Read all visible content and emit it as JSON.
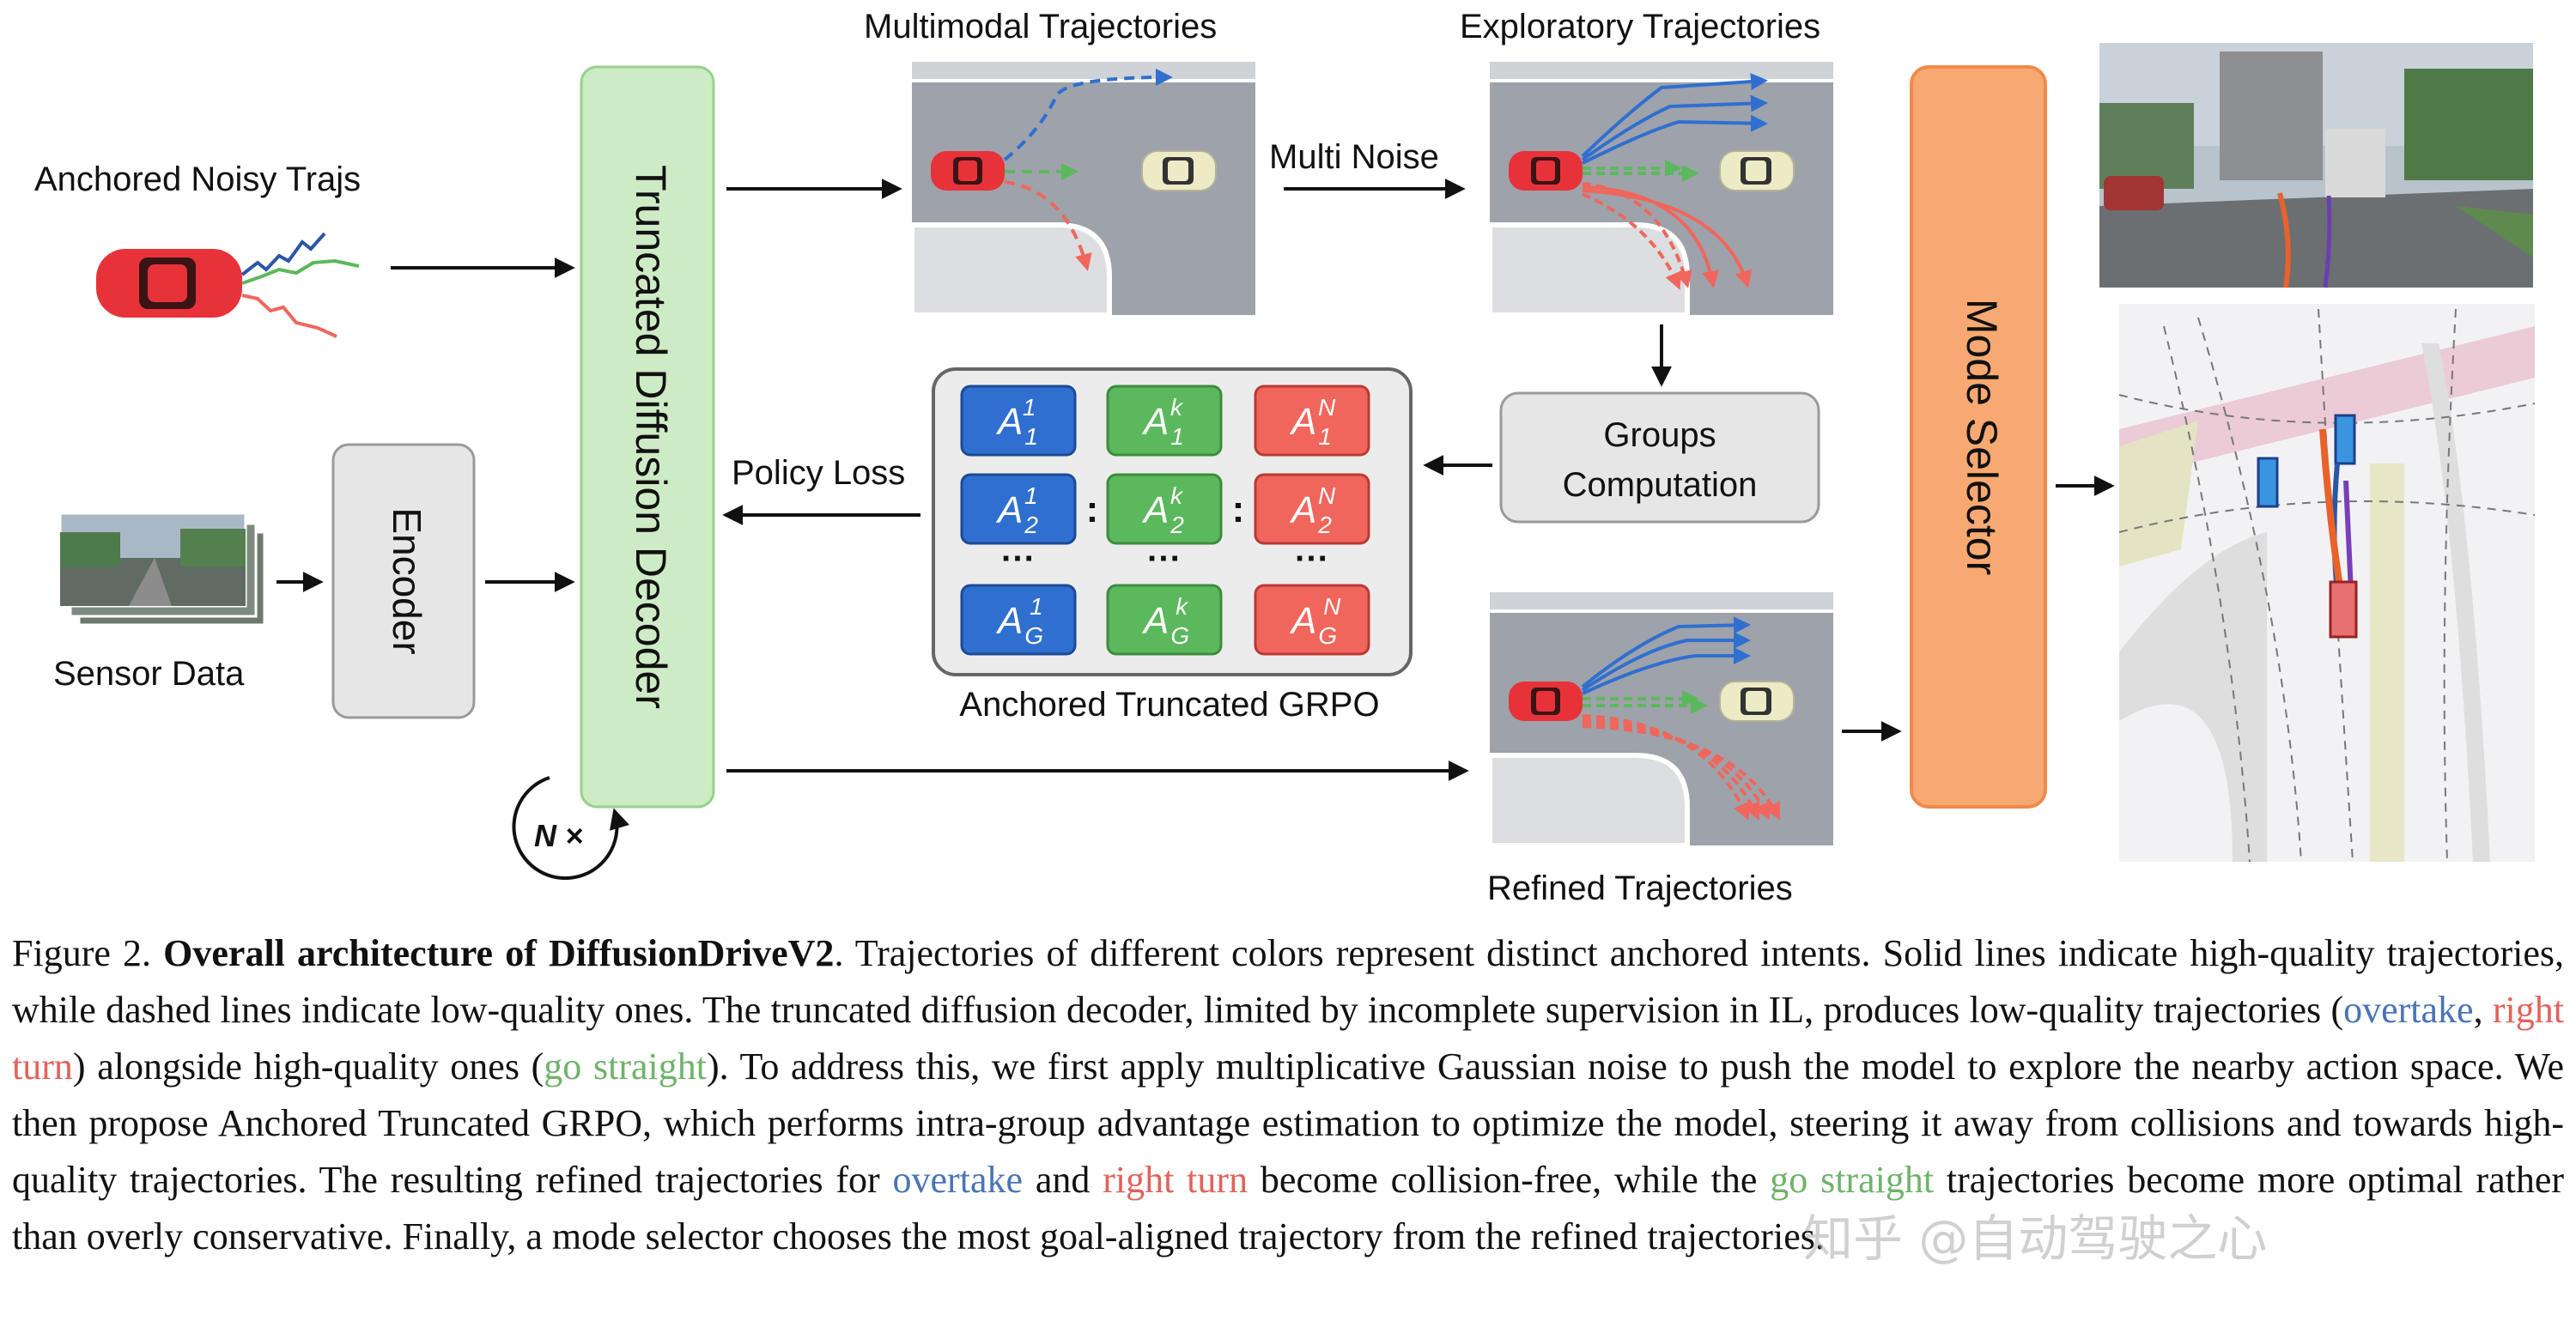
{
  "figure": {
    "labels": {
      "anchored_noisy": "Anchored Noisy Trajs",
      "sensor_data": "Sensor Data",
      "encoder": "Encoder",
      "decoder": "Truncated Diffusion Decoder",
      "n_times": "N ×",
      "multimodal": "Multimodal  Trajectories",
      "exploratory": "Exploratory  Trajectories",
      "multi_noise": "Multi Noise",
      "groups_line1": "Groups",
      "groups_line2": "Computation",
      "policy_loss": "Policy Loss",
      "grpo": "Anchored Truncated GRPO",
      "refined": "Refined Trajectories",
      "mode_selector": "Mode Selector"
    },
    "grid": {
      "rows": [
        [
          "A",
          "1",
          "1",
          "A",
          "1",
          "k",
          "A",
          "1",
          "N"
        ],
        [
          "A",
          "2",
          "1",
          "A",
          "2",
          "k",
          "A",
          "2",
          "N"
        ],
        [
          "A",
          "G",
          "1",
          "A",
          "G",
          "k",
          "A",
          "G",
          "N"
        ]
      ],
      "ellipsis": "···",
      "colon": ":"
    },
    "colors": {
      "blue": "#2f6fd0",
      "green": "#5cb85c",
      "red": "#f0665c",
      "decoder_fill": "#cdebc4",
      "selector_fill": "#f7a971",
      "road": "#9ea2aa"
    }
  },
  "caption": {
    "fig_label": "Figure 2.",
    "title": "Overall architecture of DiffusionDriveV2",
    "s1": ". Trajectories of different colors represent distinct anchored intents. Solid lines indicate high-quality trajectories, while dashed lines indicate low-quality ones. The truncated diffusion decoder, limited by incomplete supervision in IL, produces low-quality trajectories (",
    "overtake": "overtake",
    "comma": ", ",
    "right_turn": "right turn",
    "s2": ") alongside high-quality ones (",
    "go_straight": "go straight",
    "s3": "). To address this, we first apply multiplicative Gaussian noise to push the model to explore the nearby action space. We then propose Anchored Truncated GRPO, which performs intra-group advantage estimation to optimize the model, steering it away from collisions and towards high-quality trajectories. The resulting refined trajectories for ",
    "overtake2": "overtake",
    "and": " and ",
    "right_turn2": "right turn",
    "s4": " become collision-free, while the ",
    "go_straight2": "go straight",
    "s5": " trajectories become more optimal rather than overly conservative. Finally, a mode selector chooses the most goal-aligned trajectory from the refined trajectories.",
    "watermark": "知乎 @自动驾驶之心"
  }
}
